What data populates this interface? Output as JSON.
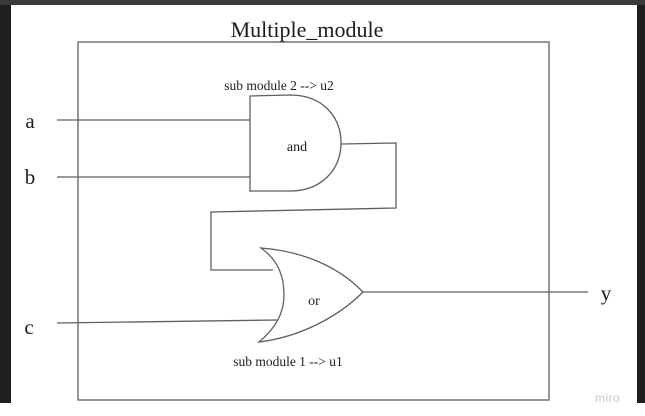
{
  "colors": {
    "canvas-bg": "#ffffff",
    "frame-top": "#3a3a3a",
    "frame-side": "#1f1f1f",
    "line": "#5f5f5f",
    "ink": "#1c1c1c",
    "watermark": "#c7c9cd"
  },
  "diagram": {
    "title": "Multiple_module",
    "and_gate": {
      "label": "and",
      "annotation": "sub module 2 --> u2"
    },
    "or_gate": {
      "label": "or",
      "annotation": "sub module 1 --> u1"
    },
    "inputs": {
      "a": "a",
      "b": "b",
      "c": "c"
    },
    "output": {
      "y": "y"
    }
  },
  "watermark": "miro"
}
